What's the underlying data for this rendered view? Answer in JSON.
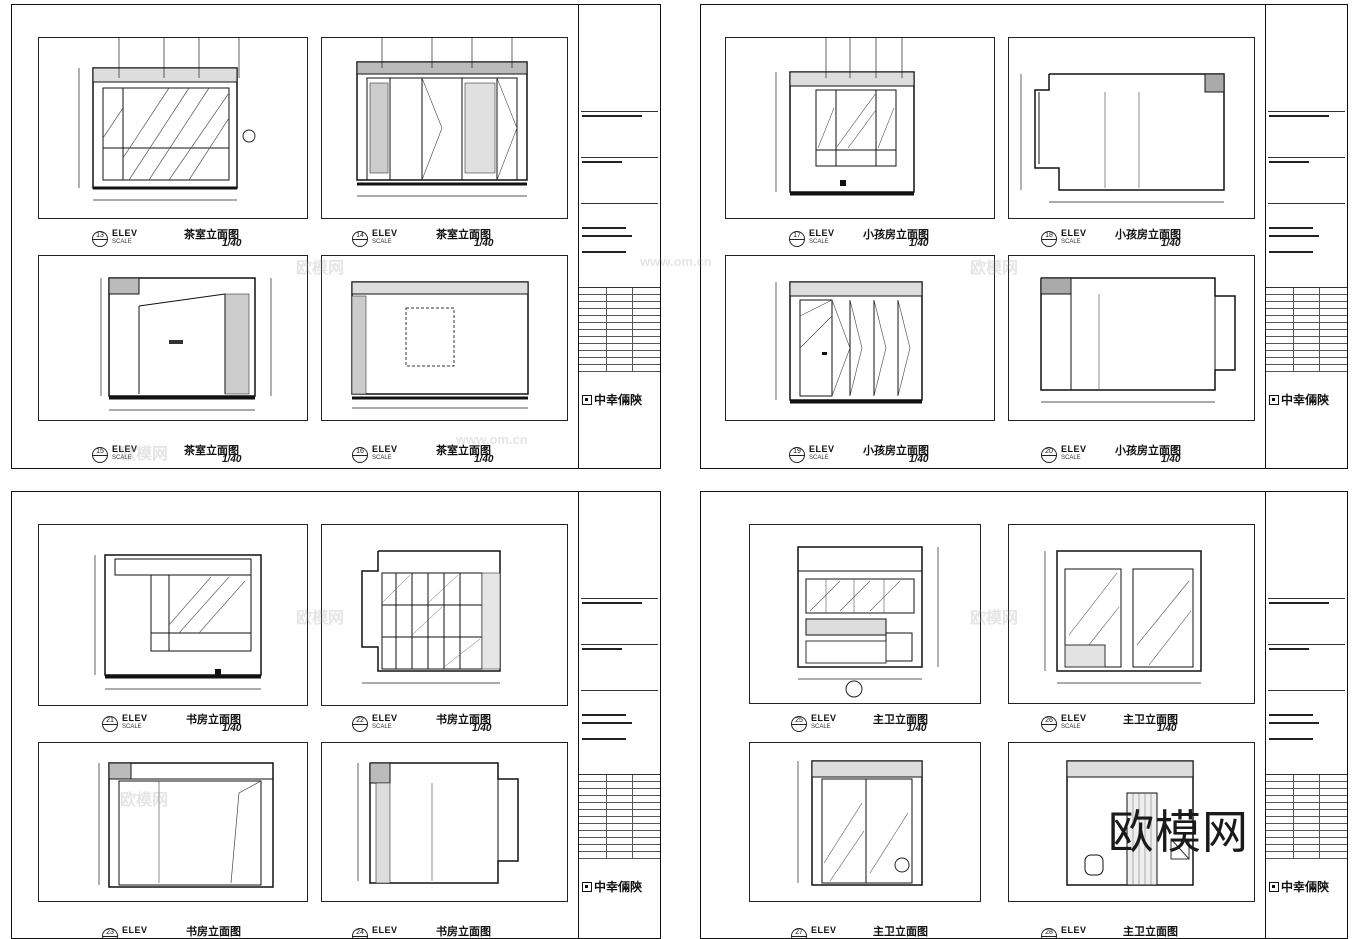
{
  "watermark": {
    "big": "欧模网",
    "small_cn": "欧模网",
    "small_url": "www.om.cn"
  },
  "company": "中幸倆陝",
  "elev_label": "ELEV",
  "scale_label": "SCALE",
  "sheets": [
    {
      "captions": [
        {
          "num_top": "13",
          "num_bottom": "P-11",
          "title": "茶室立面图",
          "ratio": "1/40"
        },
        {
          "num_top": "14",
          "num_bottom": "P-12",
          "title": "茶室立面图",
          "ratio": "1/40"
        },
        {
          "num_top": "15",
          "num_bottom": "P-11",
          "title": "茶室立面图",
          "ratio": "1/40"
        },
        {
          "num_top": "16",
          "num_bottom": "P-12",
          "title": "茶室立面图",
          "ratio": "1/40"
        }
      ]
    },
    {
      "captions": [
        {
          "num_top": "17",
          "num_bottom": "P-13",
          "title": "小孩房立面图",
          "ratio": "1/40"
        },
        {
          "num_top": "18",
          "num_bottom": "P-13",
          "title": "小孩房立面图",
          "ratio": "1/40"
        },
        {
          "num_top": "19",
          "num_bottom": "P-13",
          "title": "小孩房立面图",
          "ratio": "1/40"
        },
        {
          "num_top": "20",
          "num_bottom": "P-13",
          "title": "小孩房立面图",
          "ratio": "1/40"
        }
      ]
    },
    {
      "captions": [
        {
          "num_top": "21",
          "num_bottom": "P-14",
          "title": "书房立面图",
          "ratio": "1/40"
        },
        {
          "num_top": "22",
          "num_bottom": "P-14",
          "title": "书房立面图",
          "ratio": "1/40"
        },
        {
          "num_top": "23",
          "num_bottom": "",
          "title": "书房立面图",
          "ratio": ""
        },
        {
          "num_top": "24",
          "num_bottom": "",
          "title": "书房立面图",
          "ratio": ""
        }
      ]
    },
    {
      "captions": [
        {
          "num_top": "25",
          "num_bottom": "P-16",
          "title": "主卫立面图",
          "ratio": "1/40"
        },
        {
          "num_top": "26",
          "num_bottom": "P-12",
          "title": "主卫立面图",
          "ratio": "1/40"
        },
        {
          "num_top": "27",
          "num_bottom": "",
          "title": "主卫立面图",
          "ratio": ""
        },
        {
          "num_top": "28",
          "num_bottom": "",
          "title": "主卫立面图",
          "ratio": ""
        }
      ]
    }
  ]
}
